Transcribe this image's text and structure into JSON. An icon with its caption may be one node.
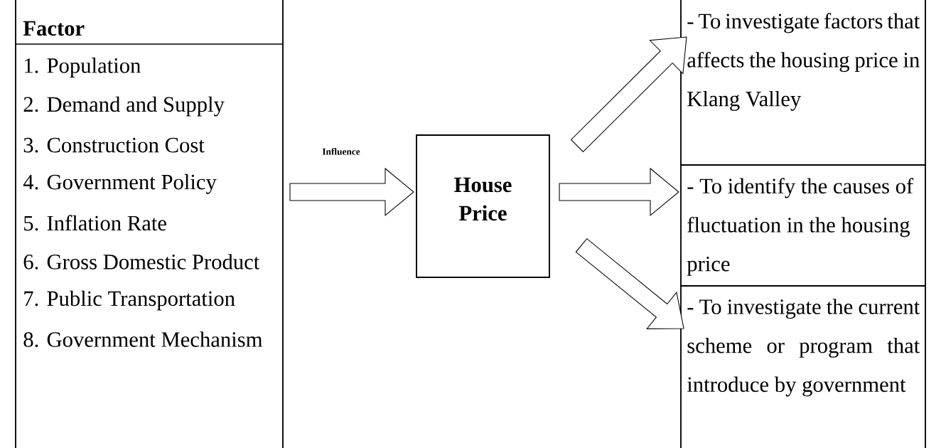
{
  "diagram": {
    "nodes": [
      {
        "text": [
          "Factor",
          "1. Population",
          "2. Demand and Supply",
          "3. Construction Cost",
          "4. Government Policy",
          "5. Inflation Rate",
          "6. Gross Domestic Product",
          "7. Public Transportation",
          "8. Government Mechanism"
        ]
      },
      {
        "text": [
          "House Price"
        ]
      },
      {
        "text": [
          "- To investigate factors that affects the housing price in Klang Valley"
        ]
      },
      {
        "text": [
          "- To identify the causes of fluctuation in the housing price"
        ]
      },
      {
        "text": [
          "- To investigate the current scheme or program that introduce by government"
        ]
      }
    ],
    "edges": [
      {
        "from": 0,
        "to": 1,
        "arrow": "to",
        "label": "Influence"
      },
      {
        "from": 1,
        "to": 2,
        "arrow": "to"
      },
      {
        "from": 1,
        "to": 3,
        "arrow": "to"
      },
      {
        "from": 1,
        "to": 4,
        "arrow": "to"
      }
    ]
  }
}
